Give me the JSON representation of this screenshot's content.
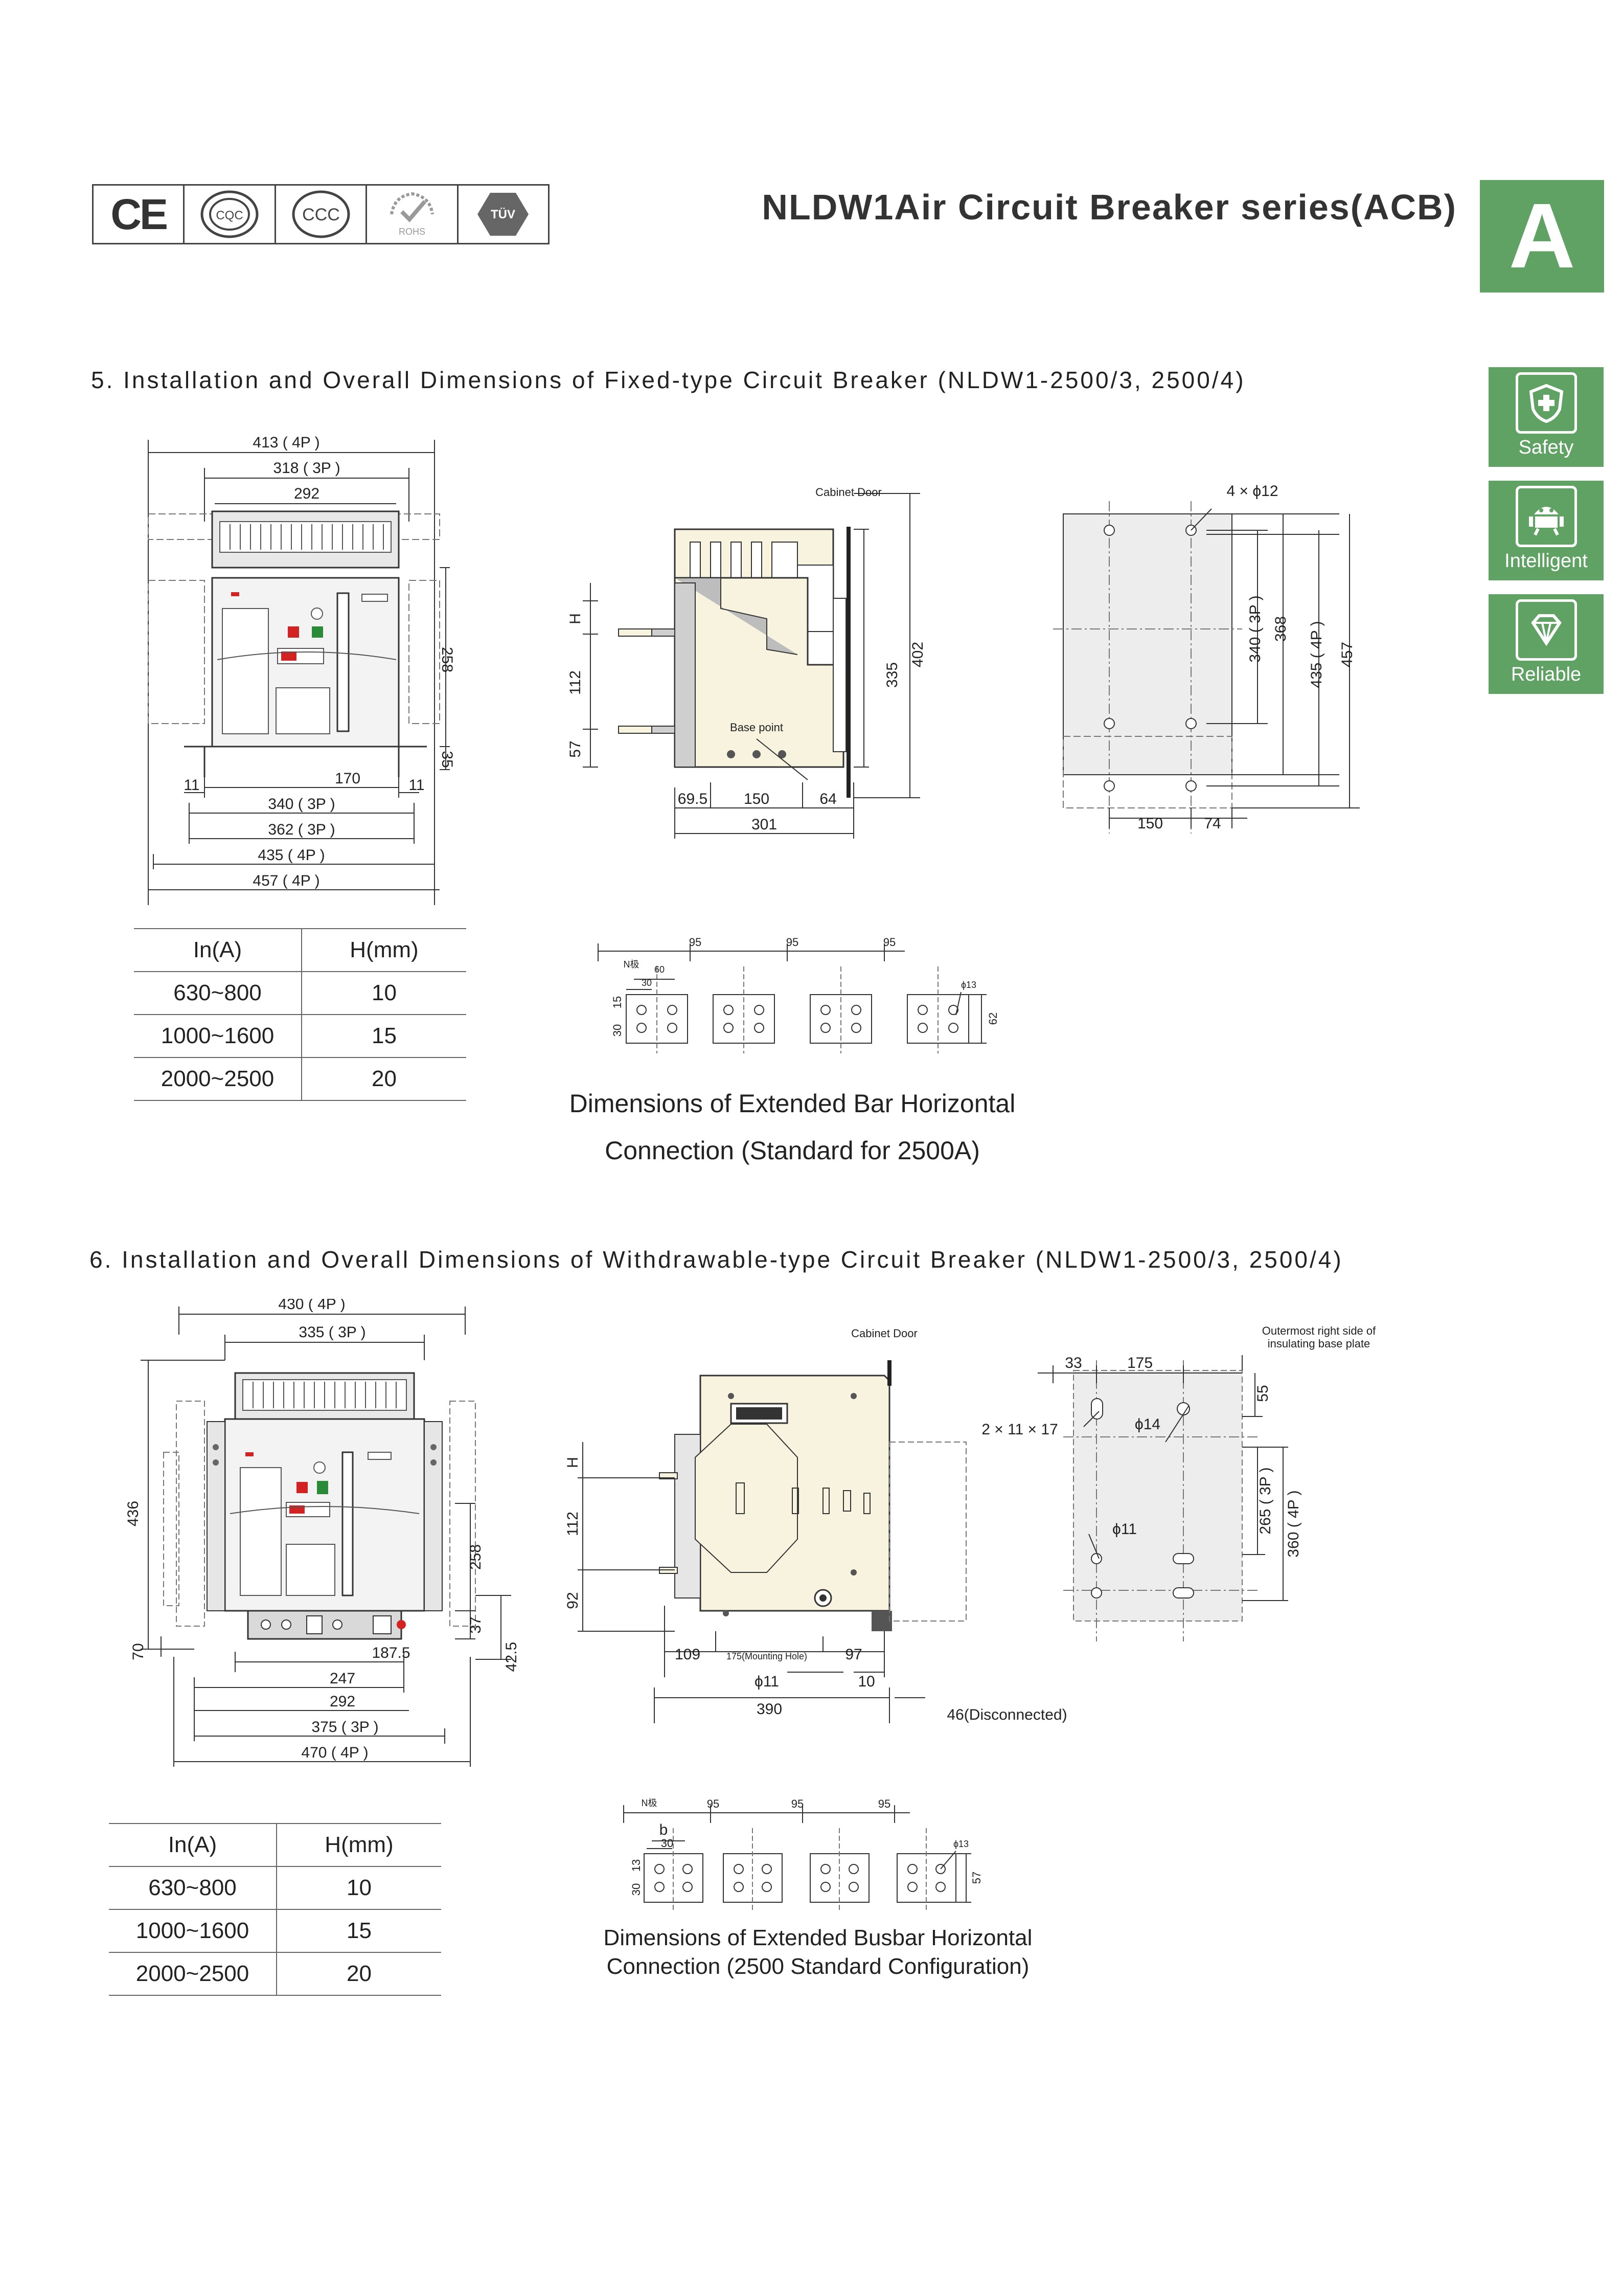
{
  "header": {
    "series_title": "NLDW1Air Circuit Breaker series(ACB)",
    "section_letter": "A",
    "certifications": [
      {
        "icon": "ce-mark-icon",
        "text": "CE"
      },
      {
        "icon": "cqc-mark-icon",
        "text": "CQC"
      },
      {
        "icon": "ccc-mark-icon",
        "text": "CCC"
      },
      {
        "icon": "rohs-mark-icon",
        "text": "ROHS"
      },
      {
        "icon": "tuv-mark-icon",
        "text": "TÜV"
      }
    ]
  },
  "features": [
    {
      "label": "Safety",
      "icon": "shield-plus-icon"
    },
    {
      "label": "Intelligent",
      "icon": "robot-icon"
    },
    {
      "label": "Reliable",
      "icon": "diamond-icon"
    }
  ],
  "section5": {
    "title": "5. Installation and Overall Dimensions of Fixed-type Circuit Breaker (NLDW1-2500/3, 2500/4)",
    "front": {
      "d1": "413 ( 4P )",
      "d2": "318 ( 3P )",
      "d3": "292",
      "d4": "258",
      "d5": "35",
      "d6": "170",
      "d7": "11",
      "d8": "11",
      "d9": "340 ( 3P )",
      "d10": "362 ( 3P )",
      "d11": "435 ( 4P )",
      "d12": "457 ( 4P )"
    },
    "side": {
      "door": "Cabinet Door",
      "base": "Base point",
      "h": "H",
      "v112": "112",
      "v57": "57",
      "v335": "335",
      "v402": "402",
      "h695": "69.5",
      "h150": "150",
      "h64": "64",
      "h301": "301"
    },
    "base": {
      "holes": "4 × ϕ12",
      "v340": "340 ( 3P )",
      "v368": "368",
      "v435": "435 ( 4P )",
      "v457": "457",
      "h150": "150",
      "h74": "74"
    },
    "table": {
      "col1": "In(A)",
      "col2": "H(mm)",
      "rows": [
        [
          "630~800",
          "10"
        ],
        [
          "1000~1600",
          "15"
        ],
        [
          "2000~2500",
          "20"
        ]
      ]
    },
    "bar": {
      "n": "N极",
      "b": "60",
      "c": "30",
      "p1": "95",
      "p2": "95",
      "p3": "95",
      "v30": "30",
      "v15": "15",
      "phi": "ϕ13",
      "v62": "62"
    },
    "caption_line1": "Dimensions of Extended Bar Horizontal",
    "caption_line2": "Connection (Standard for 2500A)"
  },
  "section6": {
    "title": "6. Installation and Overall Dimensions of Withdrawable-type Circuit Breaker (NLDW1-2500/3, 2500/4)",
    "front": {
      "d1": "430 ( 4P )",
      "d2": "335 ( 3P )",
      "v436": "436",
      "v258": "258",
      "v37": "37",
      "v70": "70",
      "v425": "42.5",
      "h1875": "187.5",
      "h247": "247",
      "h292": "292",
      "h375": "375 ( 3P )",
      "h470": "470 ( 4P )"
    },
    "side": {
      "door": "Cabinet Door",
      "h": "H",
      "v112": "112",
      "v92": "92",
      "h109": "109",
      "mh": "175(Mounting Hole)",
      "h97": "97",
      "phi": "ϕ11",
      "h10": "10",
      "h390": "390",
      "disc": "46(Disconnected)"
    },
    "base": {
      "note1": "Outermost right side of",
      "note2": "insulating base plate",
      "h33": "33",
      "h175": "175",
      "v55": "55",
      "slot": "2 × 11 × 17",
      "phi14": "ϕ14",
      "phi11": "ϕ11",
      "v265": "265 ( 3P )",
      "v360": "360 ( 4P )"
    },
    "table": {
      "col1": "In(A)",
      "col2": "H(mm)",
      "rows": [
        [
          "630~800",
          "10"
        ],
        [
          "1000~1600",
          "15"
        ],
        [
          "2000~2500",
          "20"
        ]
      ]
    },
    "bar": {
      "n": "N极",
      "b": "b",
      "c": "30",
      "p1": "95",
      "p2": "95",
      "p3": "95",
      "v30": "30",
      "v13": "13",
      "phi": "ϕ13",
      "v57": "57"
    },
    "caption_line1": "Dimensions of Extended Busbar Horizontal",
    "caption_line2": "Connection (2500 Standard Configuration)"
  }
}
